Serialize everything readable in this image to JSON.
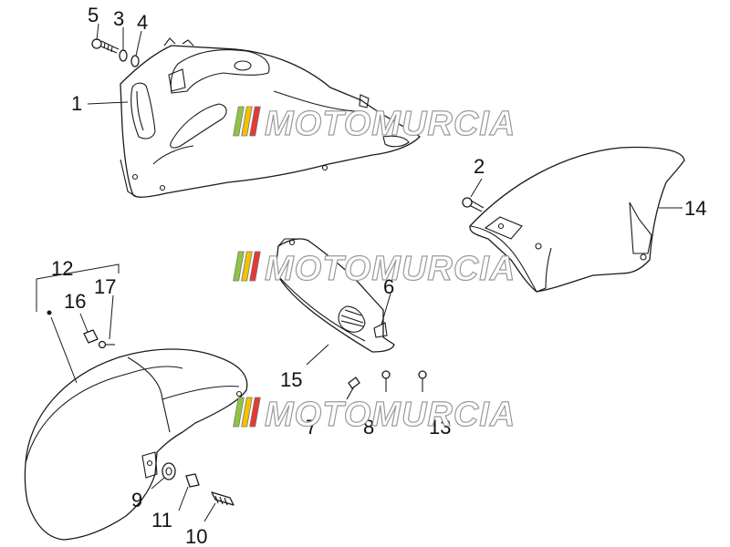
{
  "watermark": {
    "text": "MOTOMURCIA"
  },
  "callouts": {
    "c1": "1",
    "c2": "2",
    "c3": "3",
    "c4": "4",
    "c5": "5",
    "c6": "6",
    "c7": "7",
    "c8": "8",
    "c9": "9",
    "c10": "10",
    "c11": "11",
    "c12": "12",
    "c13": "13",
    "c14": "14",
    "c15": "15",
    "c16": "16",
    "c17": "17"
  },
  "colors": {
    "line": "#1a1a1a",
    "watermark_stroke": "#9a9a9a",
    "stripe_green": "#8dc63f",
    "stripe_yellow": "#f2c200",
    "stripe_red": "#e53935"
  }
}
